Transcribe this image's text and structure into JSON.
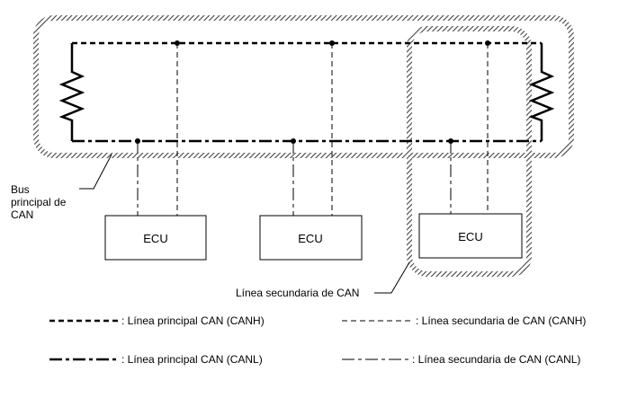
{
  "labels": {
    "bus_line1": "Bus",
    "bus_line2": "principal de",
    "bus_line3": "CAN",
    "secondary": "Línea secundaria de CAN"
  },
  "ecus": [
    {
      "label": "ECU"
    },
    {
      "label": "ECU"
    },
    {
      "label": "ECU"
    }
  ],
  "legend": {
    "main_canh": ": Línea principal CAN (CANH)",
    "secondary_canh": ": Línea secundaria de CAN (CANH)",
    "main_canl": ": Línea principal CAN (CANL)",
    "secondary_canl": ": Línea secundaria de CAN (CANL)"
  },
  "colors": {
    "line": "#000000",
    "hatch": "#555555",
    "background": "#ffffff"
  }
}
